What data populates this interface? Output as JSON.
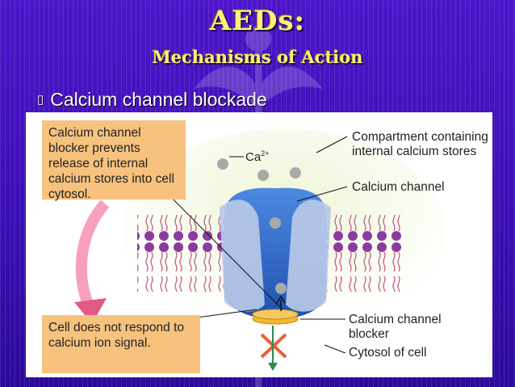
{
  "slide": {
    "title": "AEDs:",
    "subtitle": "Mechanisms of Action",
    "bullet_icon": "bullet-glyph",
    "bullet": "Calcium channel blockade"
  },
  "diagram": {
    "callout_top": "Calcium channel blocker prevents release of internal calcium stores into cell cytosol.",
    "callout_bottom": "Cell does not respond to calcium ion signal.",
    "ion_label": "Ca",
    "ion_charge": "2+",
    "label_compartment": "Compartment containing internal calcium stores",
    "label_channel": "Calcium channel",
    "label_blocker": "Calcium channel blocker",
    "label_cytosol": "Cytosol of cell"
  },
  "colors": {
    "background": "#3a0fb0",
    "title": "#ffef7a",
    "callout": "#f7c27e",
    "channel_dark": "#2a63c9",
    "channel_light": "#b8c9e8",
    "membrane": "#8a3c9e",
    "blocker": "#f2b630",
    "cross": "#e7623a",
    "arrow_down": "#2a8a55"
  }
}
